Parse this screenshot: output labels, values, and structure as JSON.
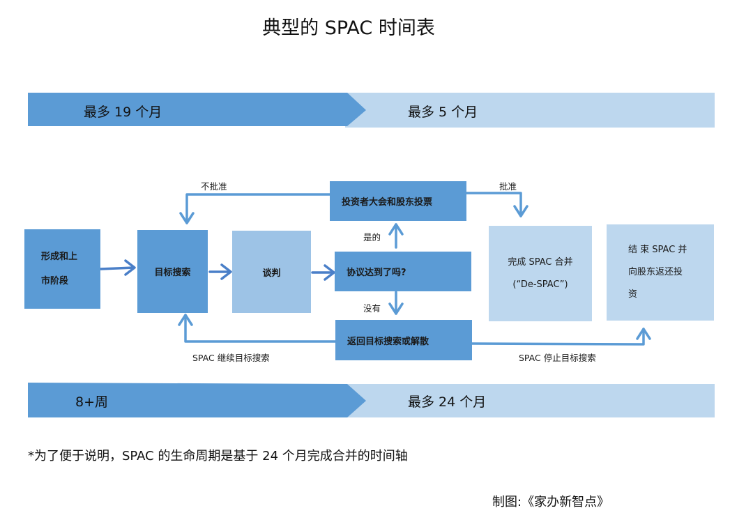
{
  "title": "典型的 SPAC 时间表",
  "top_band": {
    "left_label": "最多 19 个月",
    "right_label": "最多 5 个月"
  },
  "bottom_band": {
    "left_label": "8+周",
    "right_label": "最多 24 个月"
  },
  "colors": {
    "dark_blue": "#5b9bd5",
    "medium_blue": "#9dc3e6",
    "light_blue": "#bdd7ee",
    "arrow_blue": "#4a86c8"
  },
  "nodes": {
    "formation": {
      "line1": "形成和上",
      "line2": "市阶段"
    },
    "target_search": "目标搜索",
    "negotiation": "谈判",
    "agreement_question": "协议达到了吗?",
    "vote": "投资者大会和股东投票",
    "return_or_dissolve": "返回目标搜索或解散",
    "complete_merger": {
      "line1": "完成 SPAC 合并",
      "line2": "(“De-SPAC”)"
    },
    "liquidate": {
      "line1": "结 束 SPAC 并",
      "line2": "向股东返还投",
      "line3": "资"
    }
  },
  "edge_labels": {
    "not_approved": "不批准",
    "approved": "批准",
    "yes": "是的",
    "no": "没有",
    "continue_search": "SPAC 继续目标搜索",
    "stop_search": "SPAC 停止目标搜索"
  },
  "footnote": "*为了便于说明，SPAC 的生命周期是基于 24 个月完成合并的时间轴",
  "credit": "制图:《家办新智点》"
}
